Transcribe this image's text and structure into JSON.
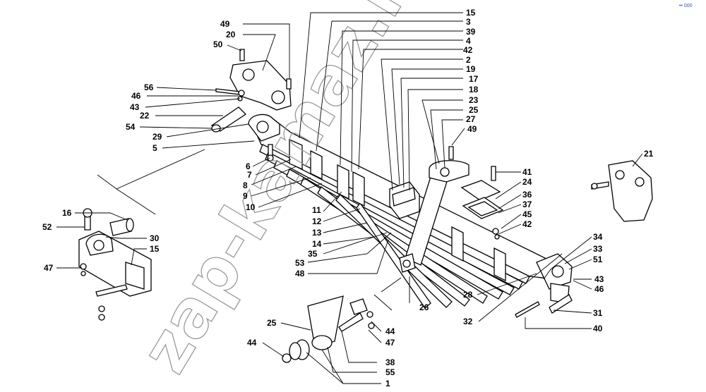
{
  "watermark": "zap-kamaz.ru",
  "corner_mark": "•• 000",
  "labels": {
    "l15a": "15",
    "l3": "3",
    "l39": "39",
    "l4": "4",
    "l42a": "42",
    "l2": "2",
    "l19": "19",
    "l17": "17",
    "l18": "18",
    "l23": "23",
    "l25a": "25",
    "l27": "27",
    "l49a": "49",
    "l20": "20",
    "l50": "50",
    "l49b": "49",
    "l56": "56",
    "l46a": "46",
    "l43a": "43",
    "l22": "22",
    "l54": "54",
    "l29": "29",
    "l5": "5",
    "l6": "6",
    "l7": "7",
    "l8": "8",
    "l9": "9",
    "l10": "10",
    "l11": "11",
    "l12": "12",
    "l13": "13",
    "l14": "14",
    "l35": "35",
    "l53": "53",
    "l48": "48",
    "l41": "41",
    "l24": "24",
    "l36": "36",
    "l37": "37",
    "l45": "45",
    "l42b": "42",
    "l21": "21",
    "l16": "16",
    "l52": "52",
    "l30": "30",
    "l15b": "15",
    "l47a": "47",
    "l34": "34",
    "l33": "33",
    "l51": "51",
    "l43b": "43",
    "l46b": "46",
    "l28": "28",
    "l26": "26",
    "l31": "31",
    "l32": "32",
    "l40": "40",
    "l25b": "25",
    "l44a": "44",
    "l47b": "47",
    "l44b": "44",
    "l38": "38",
    "l55": "55",
    "l1": "1"
  }
}
